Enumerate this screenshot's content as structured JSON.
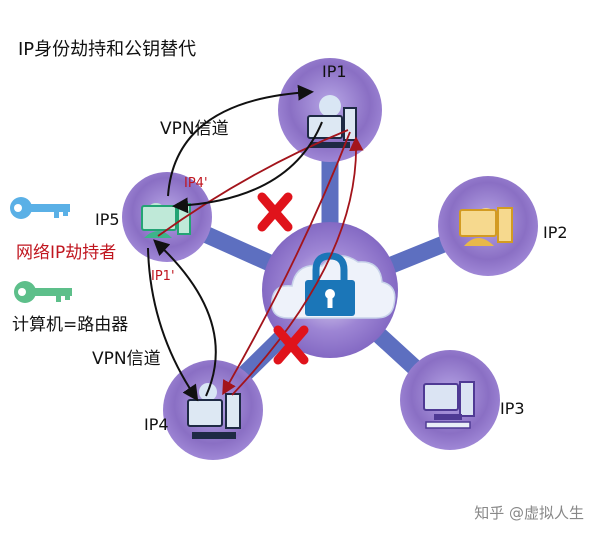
{
  "title": "IP身份劫持和公钥替代",
  "nodes": {
    "ip1": "IP1",
    "ip2": "IP2",
    "ip3": "IP3",
    "ip4": "IP4",
    "ip5": "IP5"
  },
  "labels": {
    "vpn_top": "VPN信道",
    "vpn_bottom": "VPN信道",
    "ip4_prime": "IP4'",
    "ip1_prime": "IP1'",
    "hijacker": "网络IP劫持者",
    "computer_router": "计算机=路由器"
  },
  "watermark": "知乎 @虚拟人生",
  "colors": {
    "node_fill": "#8a6fc4",
    "node_core": "#6f55b3",
    "spoke": "#5d6fc0",
    "lock": "#1b76b8",
    "cross": "#e0131b",
    "key_blue": "#5ab0e6",
    "key_green": "#5dbf8a",
    "hijack_text": "#c0161f",
    "monitor_ip2": "#e8b84a",
    "monitor_ip5": "#3db48a"
  },
  "icons": [
    "lock-icon",
    "computer-icon",
    "key-icon",
    "cross-icon"
  ]
}
